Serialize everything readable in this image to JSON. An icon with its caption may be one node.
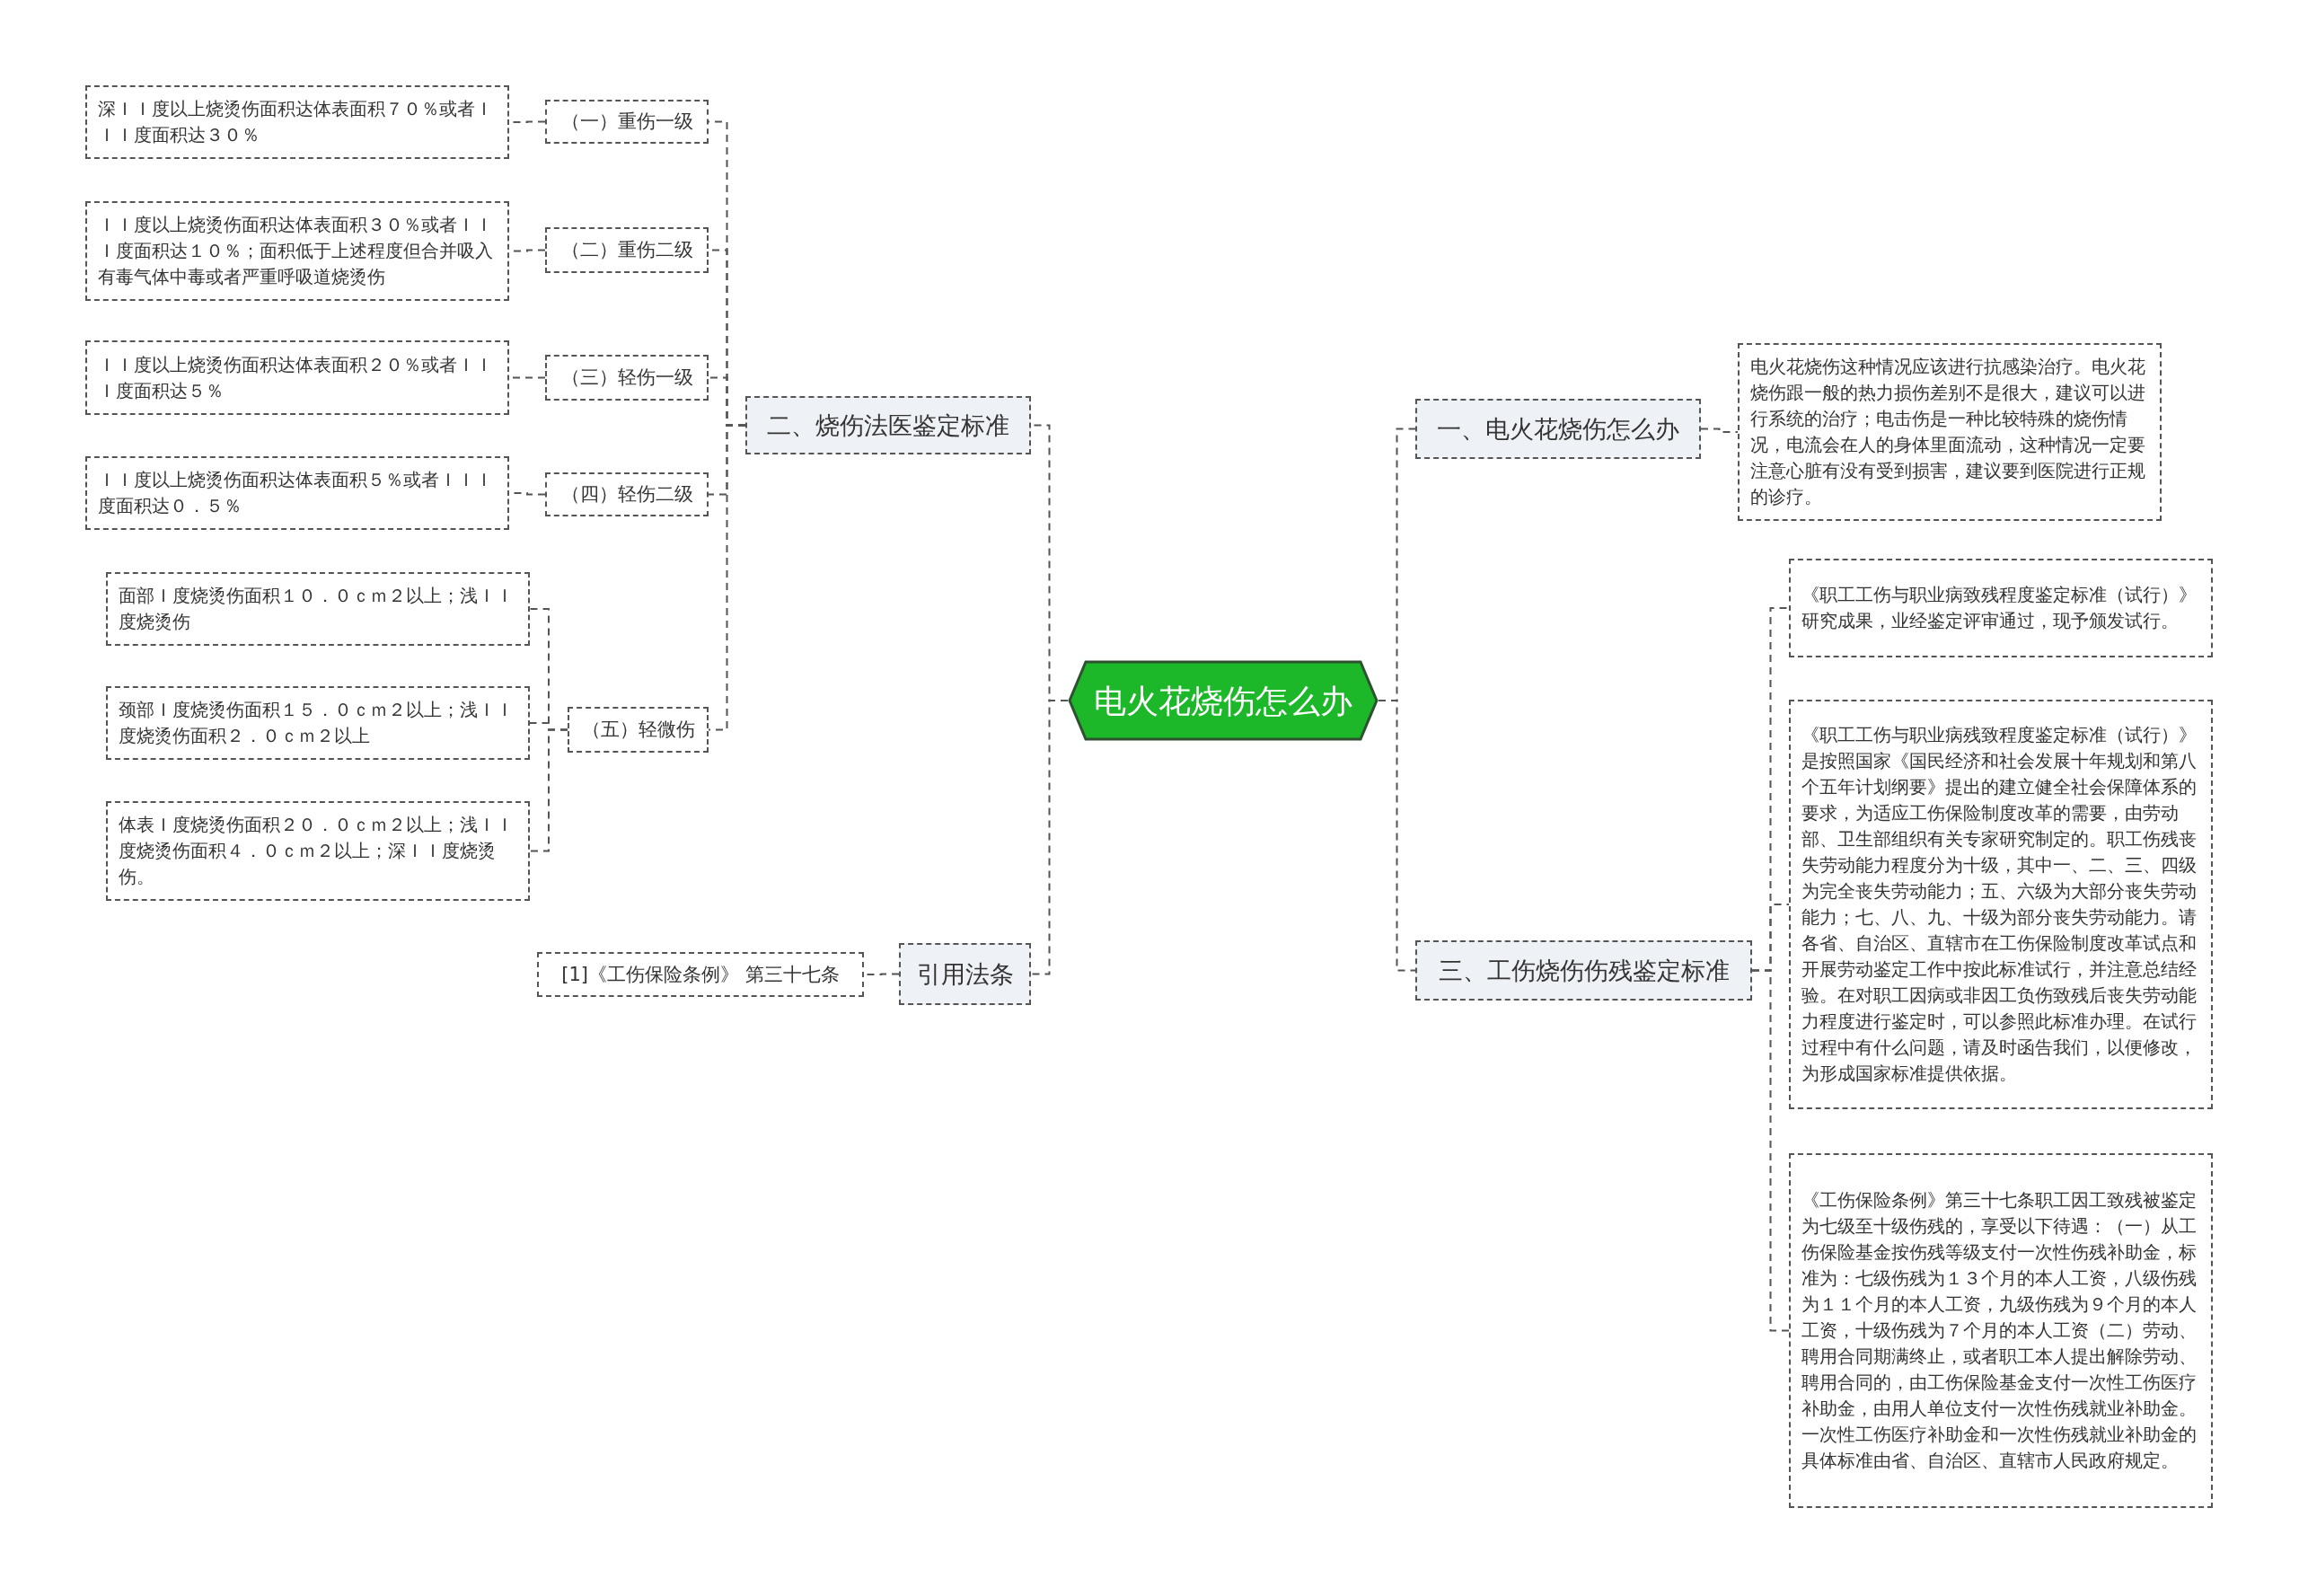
{
  "diagram": {
    "nodes": [
      {
        "text": [
          "电火花烧伤怎么办"
        ]
      },
      {
        "text": [
          "二、烧伤法医鉴定标准"
        ]
      },
      {
        "text": [
          "（一）重伤一级"
        ]
      },
      {
        "text": [
          "深ＩＩ度以上烧烫伤面积达体表面积７０％或者ＩＩＩ度面积达３０％"
        ]
      },
      {
        "text": [
          "（二）重伤二级"
        ]
      },
      {
        "text": [
          "ＩＩ度以上烧烫伤面积达体表面积３０％或者ＩＩＩ度面积达１０％；面积低于上述程度但合并吸入有毒气体中毒或者严重呼吸道烧烫伤"
        ]
      },
      {
        "text": [
          "（三）轻伤一级"
        ]
      },
      {
        "text": [
          "ＩＩ度以上烧烫伤面积达体表面积２０％或者ＩＩＩ度面积达５％"
        ]
      },
      {
        "text": [
          "（四）轻伤二级"
        ]
      },
      {
        "text": [
          "ＩＩ度以上烧烫伤面积达体表面积５％或者ＩＩＩ度面积达０．５％"
        ]
      },
      {
        "text": [
          "（五）轻微伤"
        ]
      },
      {
        "text": [
          "面部Ｉ度烧烫伤面积１０．０ｃｍ２以上；浅ＩＩ度烧烫伤"
        ]
      },
      {
        "text": [
          "颈部Ｉ度烧烫伤面积１５．０ｃｍ２以上；浅ＩＩ度烧烫伤面积２．０ｃｍ２以上"
        ]
      },
      {
        "text": [
          "体表Ｉ度烧烫伤面积２０．０ｃｍ２以上；浅ＩＩ度烧烫伤面积４．０ｃｍ２以上；深ＩＩ度烧烫伤。"
        ]
      },
      {
        "text": [
          "引用法条"
        ]
      },
      {
        "text": [
          "[1]《工伤保险条例》 第三十七条"
        ]
      },
      {
        "text": [
          "一、电火花烧伤怎么办"
        ]
      },
      {
        "text": [
          "电火花烧伤这种情况应该进行抗感染治疗。电火花烧伤跟一般的热力损伤差别不是很大，建议可以进行系统的治疗；电击伤是一种比较特殊的烧伤情况，电流会在人的身体里面流动，这种情况一定要注意心脏有没有受到损害，建议要到医院进行正规的诊疗。"
        ]
      },
      {
        "text": [
          "三、工伤烧伤伤残鉴定标准"
        ]
      },
      {
        "text": [
          "《职工工伤与职业病致残程度鉴定标准（试行）》研究成果，业经鉴定评审通过，现予颁发试行。"
        ]
      },
      {
        "text": [
          "《职工工伤与职业病残致程度鉴定标准（试行）》是按照国家《国民经济和社会发展十年规划和第八个五年计划纲要》提出的建立健全社会保障体系的要求，为适应工伤保险制度改革的需要，由劳动部、卫生部组织有关专家研究制定的。职工伤残丧失劳动能力程度分为十级，其中一、二、三、四级为完全丧失劳动能力；五、六级为大部分丧失劳动能力；七、八、九、十级为部分丧失劳动能力。请各省、自治区、直辖市在工伤保险制度改革试点和开展劳动鉴定工作中按此标准试行，并注意总结经验。在对职工因病或非因工负伤致残后丧失劳动能力程度进行鉴定时，可以参照此标准办理。在试行过程中有什么问题，请及时函告我们，以便修改，为形成国家标准提供依据。"
        ]
      },
      {
        "text": [
          "《工伤保险条例》第三十七条职工因工致残被鉴定为七级至十级伤残的，享受以下待遇：（一）从工伤保险基金按伤残等级支付一次性伤残补助金，标准为：七级伤残为１３个月的本人工资，八级伤残为１１个月的本人工资，九级伤残为９个月的本人工资，十级伤残为７个月的本人工资（二）劳动、聘用合同期满终止，或者职工本人提出解除劳动、聘用合同的，由工伤保险基金支付一次性工伤医疗补助金，由用人单位支付一次性伤残就业补助金。一次性工伤医疗补助金和一次性伤残就业补助金的具体标准由省、自治区、直辖市人民政府规定。"
        ]
      }
    ],
    "edges": [
      {
        "from": 0,
        "to": 1,
        "arrow": "none"
      },
      {
        "from": 1,
        "to": 2,
        "arrow": "none"
      },
      {
        "from": 2,
        "to": 3,
        "arrow": "none"
      },
      {
        "from": 1,
        "to": 4,
        "arrow": "none"
      },
      {
        "from": 4,
        "to": 5,
        "arrow": "none"
      },
      {
        "from": 1,
        "to": 6,
        "arrow": "none"
      },
      {
        "from": 6,
        "to": 7,
        "arrow": "none"
      },
      {
        "from": 1,
        "to": 8,
        "arrow": "none"
      },
      {
        "from": 8,
        "to": 9,
        "arrow": "none"
      },
      {
        "from": 1,
        "to": 10,
        "arrow": "none"
      },
      {
        "from": 10,
        "to": 11,
        "arrow": "none"
      },
      {
        "from": 10,
        "to": 12,
        "arrow": "none"
      },
      {
        "from": 10,
        "to": 13,
        "arrow": "none"
      },
      {
        "from": 0,
        "to": 14,
        "arrow": "none"
      },
      {
        "from": 14,
        "to": 15,
        "arrow": "none"
      },
      {
        "from": 0,
        "to": 16,
        "arrow": "none"
      },
      {
        "from": 16,
        "to": 17,
        "arrow": "none"
      },
      {
        "from": 0,
        "to": 18,
        "arrow": "none"
      },
      {
        "from": 18,
        "to": 19,
        "arrow": "none"
      },
      {
        "from": 18,
        "to": 20,
        "arrow": "none"
      },
      {
        "from": 18,
        "to": 21,
        "arrow": "none"
      }
    ]
  }
}
